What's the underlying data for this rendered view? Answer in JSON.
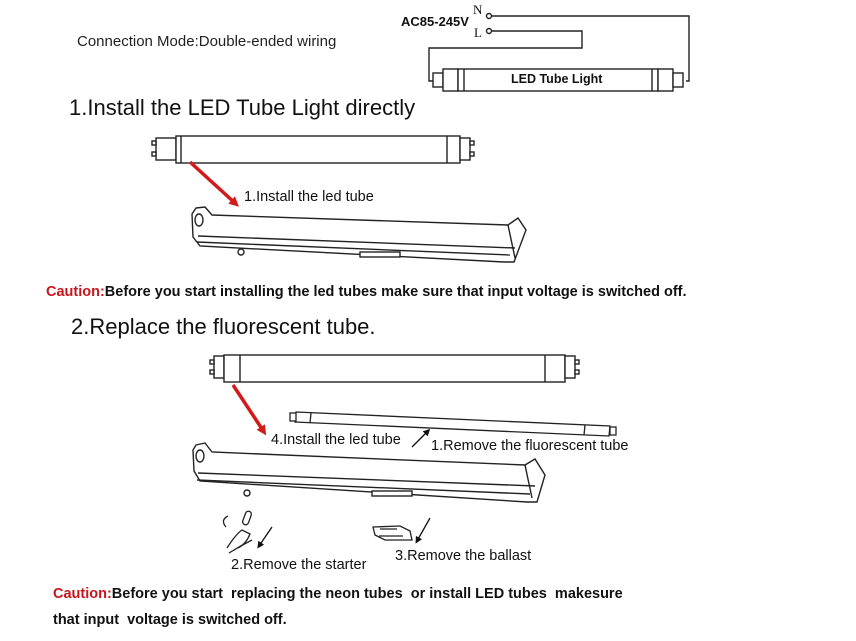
{
  "header": {
    "connection_mode": "Connection Mode:Double-ended wiring"
  },
  "wiring_diagram": {
    "voltage_label": "AC85-245V",
    "terminal_n": "N",
    "terminal_l": "L",
    "tube_label": "LED Tube Light"
  },
  "section1": {
    "heading": "1.Install the LED Tube Light directly",
    "step_label": "1.Install the led tube",
    "caution_prefix": "Caution:",
    "caution_text": "Before you start installing the led tubes make sure that input voltage is switched off."
  },
  "section2": {
    "heading": "2.Replace the fluorescent tube.",
    "steps": [
      "1.Remove the fluorescent tube",
      "2.Remove the starter",
      "3.Remove the ballast",
      "4.Install the led tube"
    ],
    "caution_prefix": "Caution:",
    "caution_line1": "Before you start  replacing the neon tubes  or install LED tubes  makesure",
    "caution_line2": "that input  voltage is switched off."
  },
  "colors": {
    "accent_red": "#c8141c",
    "line": "#222222",
    "background": "#ffffff"
  },
  "icons": [
    "red-arrow-icon",
    "black-arrow-icon",
    "led-tube-icon",
    "fluorescent-tube-icon",
    "fixture-icon",
    "starter-hand-icon",
    "ballast-icon"
  ]
}
